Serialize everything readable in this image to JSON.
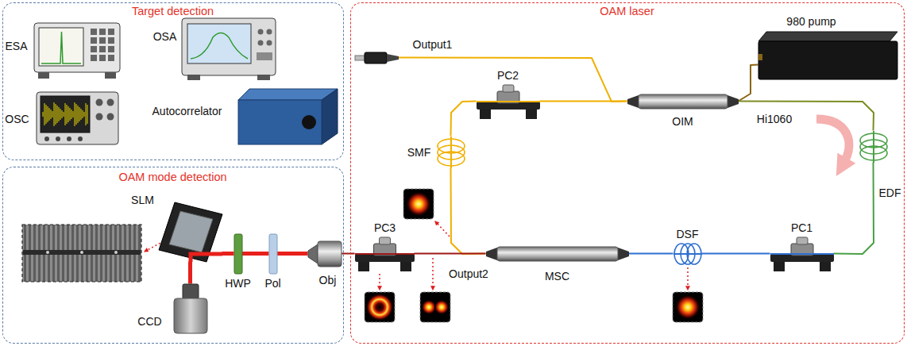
{
  "diagram": {
    "nodes": [
      {
        "text": [
          "Target detection"
        ]
      },
      {
        "text": [
          "ESA"
        ],
        "in": 0
      },
      {
        "text": [
          "OSA"
        ],
        "in": 0
      },
      {
        "text": [
          "OSC"
        ],
        "in": 0
      },
      {
        "text": [
          "Autocorrelator"
        ],
        "in": 0
      },
      {
        "text": [
          "OAM mode detection"
        ]
      },
      {
        "text": [
          "SLM"
        ],
        "in": 5
      },
      {
        "text": [
          "HWP"
        ],
        "in": 5
      },
      {
        "text": [
          "Pol"
        ],
        "in": 5
      },
      {
        "text": [
          "Obj"
        ],
        "in": 5
      },
      {
        "text": [
          "CCD"
        ],
        "in": 5
      },
      {
        "text": [
          "OAM laser"
        ]
      },
      {
        "text": [
          "980 pump"
        ],
        "in": 11
      },
      {
        "text": [
          "Output1"
        ],
        "in": 11
      },
      {
        "text": [
          "PC2"
        ],
        "in": 11
      },
      {
        "text": [
          "OIM"
        ],
        "in": 11
      },
      {
        "text": [
          "SMF"
        ],
        "in": 11
      },
      {
        "text": [
          "EDF"
        ],
        "in": 11
      },
      {
        "text": [
          "MSC"
        ],
        "in": 11
      },
      {
        "text": [
          "DSF"
        ],
        "in": 11
      },
      {
        "text": [
          "PC1"
        ],
        "in": 11
      },
      {
        "text": [
          "PC3"
        ],
        "in": 11
      }
    ],
    "edges": [
      {
        "from": 12,
        "to": 15,
        "arrow": "none"
      },
      {
        "from": 15,
        "to": 17,
        "arrow": "none"
      },
      {
        "from": 17,
        "to": 20,
        "arrow": "none"
      },
      {
        "from": 20,
        "to": 19,
        "arrow": "none"
      },
      {
        "from": 19,
        "to": 18,
        "arrow": "none"
      },
      {
        "from": 18,
        "to": 16,
        "arrow": "none"
      },
      {
        "from": 16,
        "to": 14,
        "arrow": "none"
      },
      {
        "from": 14,
        "to": 15,
        "arrow": "none"
      },
      {
        "from": 15,
        "to": 13,
        "arrow": "none"
      },
      {
        "from": 18,
        "to": 21,
        "arrow": "none"
      },
      {
        "from": 21,
        "to": 9,
        "arrow": "none"
      },
      {
        "from": 9,
        "to": 8,
        "arrow": "none"
      },
      {
        "from": 8,
        "to": 7,
        "arrow": "none"
      },
      {
        "from": 7,
        "to": 6,
        "arrow": "none"
      },
      {
        "from": 6,
        "to": 10,
        "arrow": "none"
      }
    ],
    "labels": [
      "Hi1060",
      "Output2"
    ]
  }
}
